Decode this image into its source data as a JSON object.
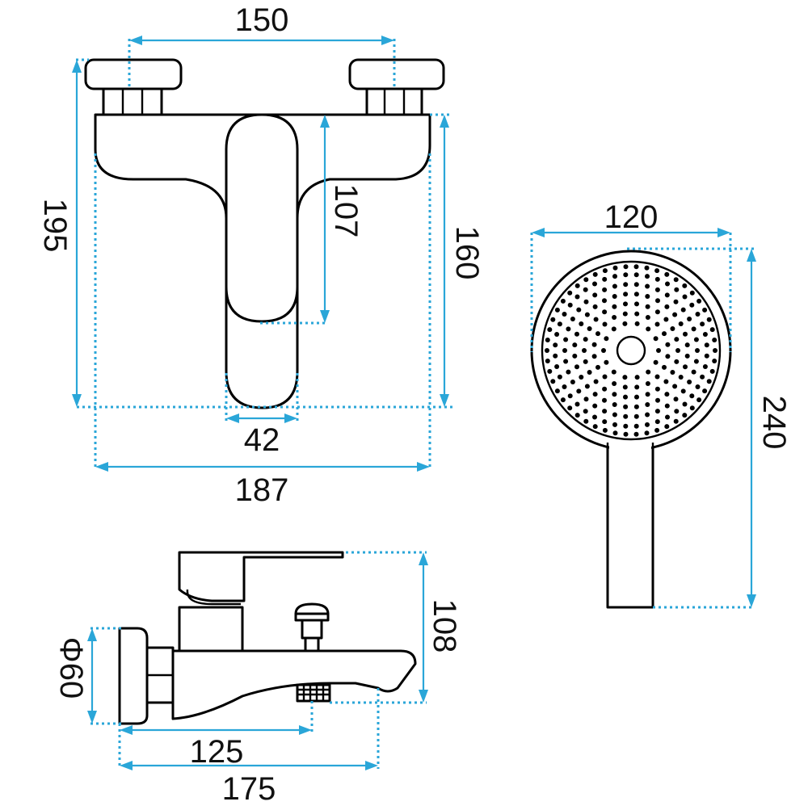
{
  "dimensions": {
    "front_view": {
      "inlet_spacing": "150",
      "overall_height": "195",
      "lever_length": "107",
      "body_height": "160",
      "lever_width": "42",
      "body_width": "187"
    },
    "hand_shower": {
      "head_diameter": "120",
      "total_length": "240"
    },
    "side_view": {
      "flange_diameter": "Φ60",
      "height": "108",
      "spout_projection": "125",
      "total_depth": "175"
    }
  },
  "colors": {
    "dimension_line": "#2aa6d8",
    "outline": "#000000",
    "background": "#ffffff"
  }
}
